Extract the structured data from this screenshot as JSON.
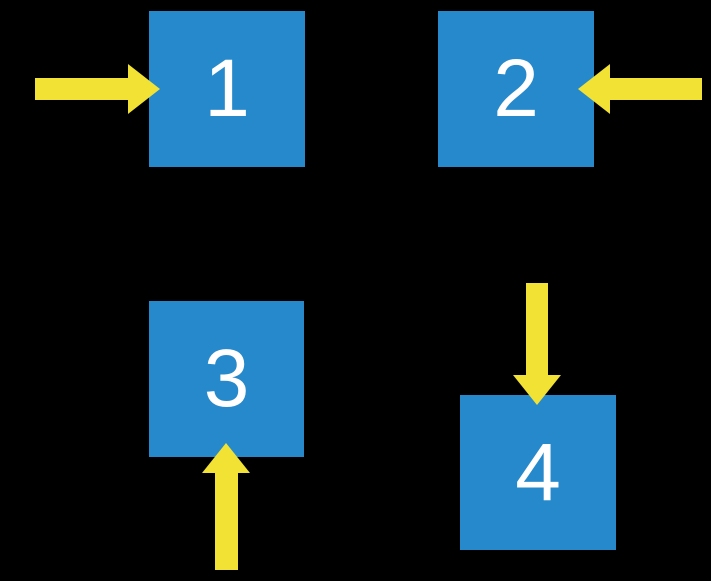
{
  "colors": {
    "background": "#000000",
    "square-blue": "#2689CB",
    "arrow-yellow": "#F2E234",
    "digit-white": "#FFFFFF"
  },
  "squares": [
    {
      "label": "1",
      "arrow_direction": "right",
      "arrow_points_at": "left-side"
    },
    {
      "label": "2",
      "arrow_direction": "left",
      "arrow_points_at": "right-side"
    },
    {
      "label": "3",
      "arrow_direction": "up",
      "arrow_points_at": "bottom-side"
    },
    {
      "label": "4",
      "arrow_direction": "down",
      "arrow_points_at": "top-side"
    }
  ]
}
